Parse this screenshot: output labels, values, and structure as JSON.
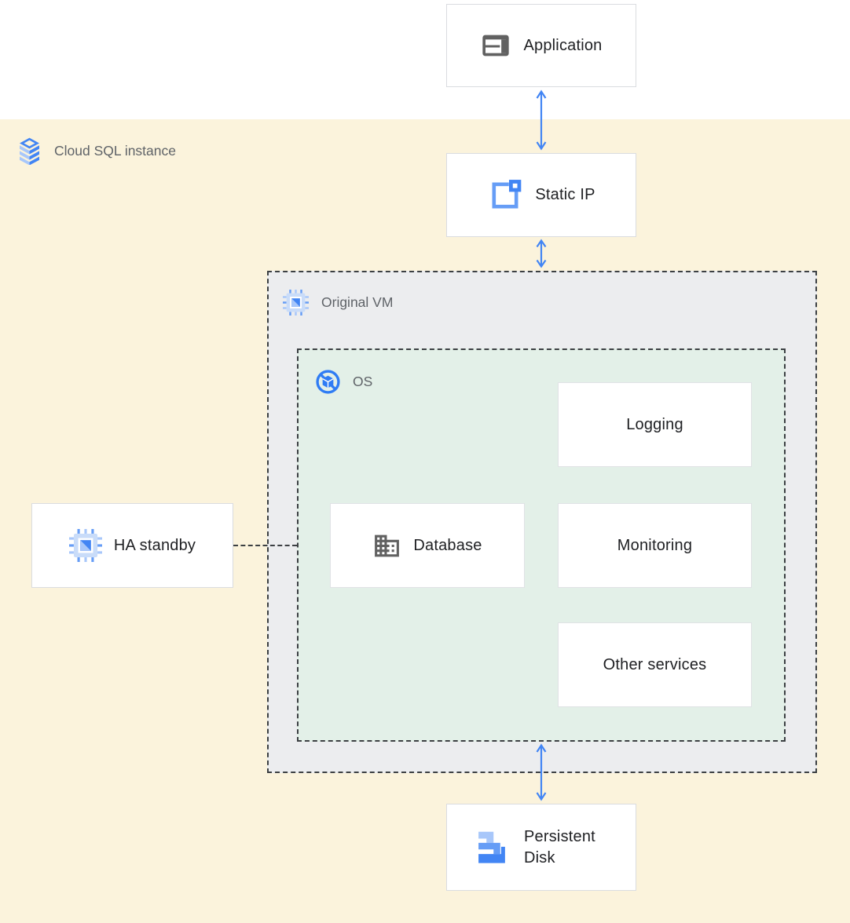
{
  "regions": {
    "cloud_sql": {
      "label": "Cloud SQL instance"
    },
    "original_vm": {
      "label": "Original VM"
    },
    "os": {
      "label": "OS"
    }
  },
  "nodes": {
    "application": {
      "label": "Application"
    },
    "static_ip": {
      "label": "Static IP"
    },
    "logging": {
      "label": "Logging"
    },
    "database": {
      "label": "Database"
    },
    "monitoring": {
      "label": "Monitoring"
    },
    "other_services": {
      "label": "Other services"
    },
    "ha_standby": {
      "label": "HA standby"
    },
    "persistent_disk": {
      "label": "Persistent Disk"
    }
  },
  "icons": {
    "cloud_sql": "cloud-sql-stacked-database-icon",
    "application": "web-window-icon",
    "static_ip": "external-ip-square-icon",
    "original_vm": "compute-engine-chip-icon",
    "ha_standby": "compute-engine-chip-icon",
    "os": "os-cube-circle-icon",
    "database": "building-domain-icon",
    "persistent_disk": "persistent-disk-steps-icon"
  },
  "colors": {
    "background_top": "#FFFFFF",
    "background_band": "#FBF3DC",
    "vm_container_fill": "#ECEDEF",
    "os_container_fill": "#E3F0E8",
    "dashed_border": "#3C4043",
    "node_border": "#DADCE0",
    "arrow_blue": "#4285F4",
    "label_gray": "#5F6368",
    "text_dark": "#202124",
    "icon_gray": "#616161",
    "blue_light": "#A8C7FA",
    "blue_medium": "#669DF6",
    "blue_primary": "#4285F4"
  }
}
